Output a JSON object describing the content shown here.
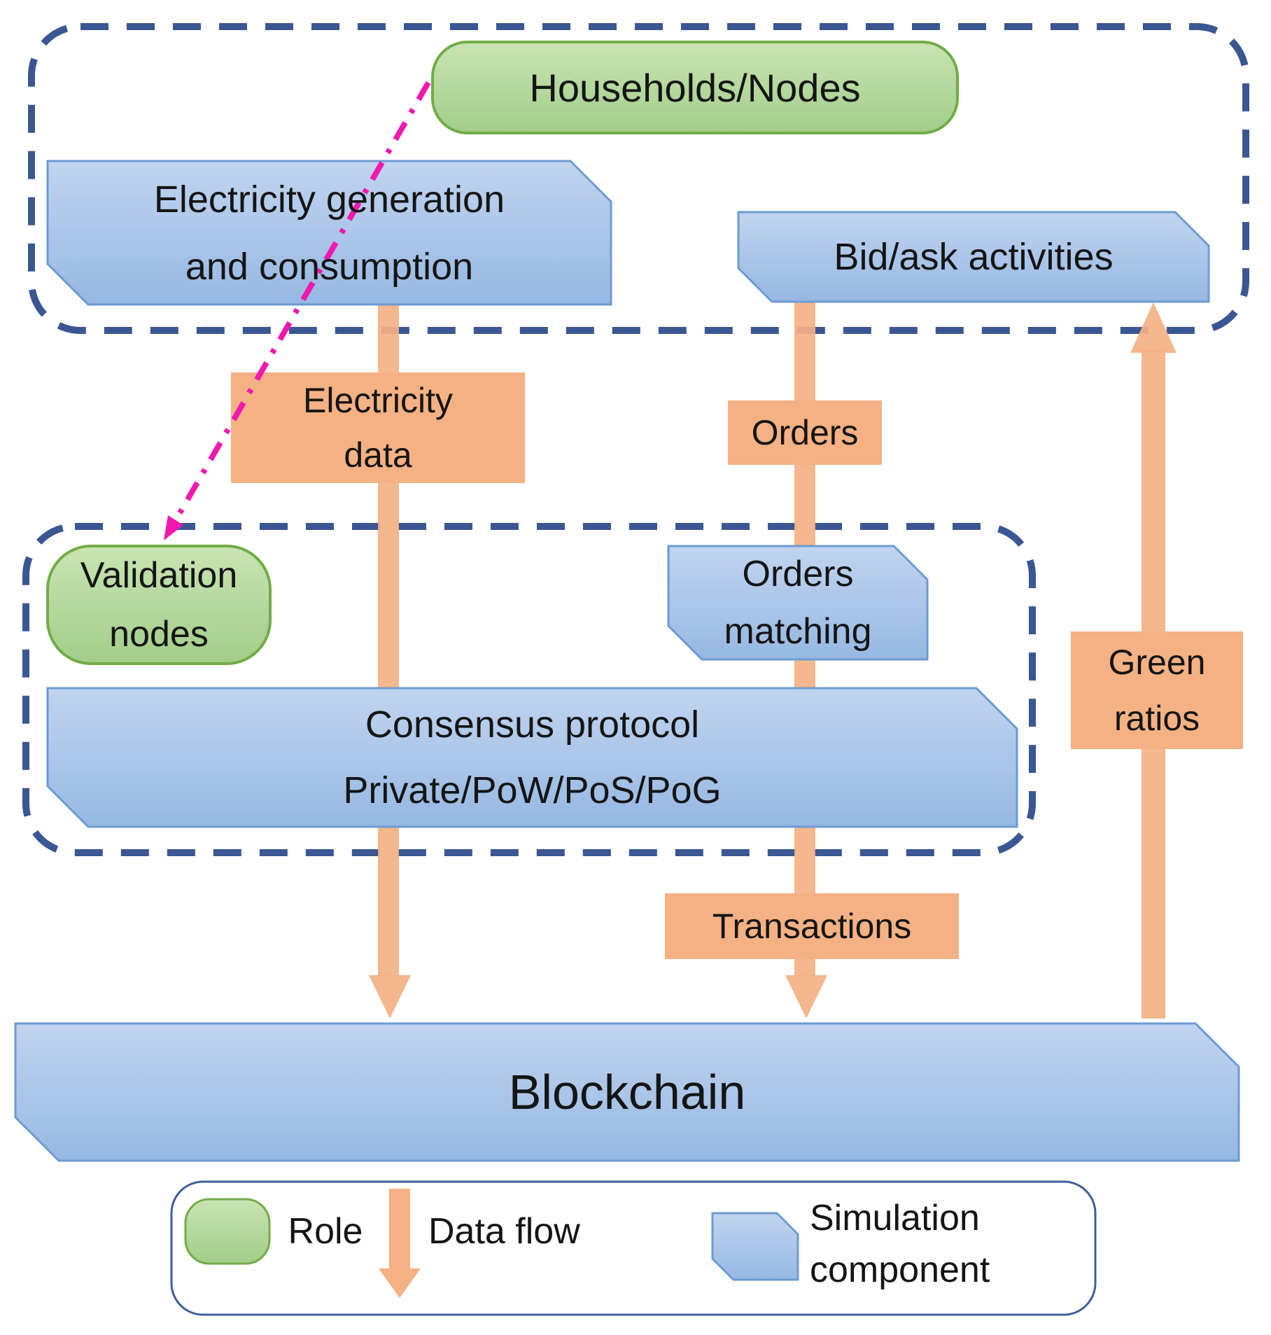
{
  "diagram": {
    "top_group": {
      "role": "Households/Nodes",
      "components": {
        "electricity_generation": "Electricity generation\nand consumption",
        "bid_ask": "Bid/ask activities"
      }
    },
    "middle_group": {
      "role": "Validation\nnodes",
      "components": {
        "orders_matching": "Orders\nmatching",
        "consensus": "Consensus protocol\nPrivate/PoW/PoS/PoG"
      }
    },
    "blockchain": "Blockchain",
    "flows": {
      "electricity_data": "Electricity\ndata",
      "orders": "Orders",
      "transactions": "Transactions",
      "green_ratios": "Green\nratios"
    }
  },
  "legend": {
    "role_label": "Role",
    "data_flow_label": "Data flow",
    "simulation_component_label": "Simulation\ncomponent"
  },
  "colors": {
    "role_fill": "#afd494",
    "role_border": "#71ac47",
    "component_fill": "#a8c3e8",
    "component_border": "#6c9bd2",
    "flow_arrow": "#f4b183",
    "group_dash_border": "#3a5693",
    "role_link": "#f018ae",
    "legend_border": "#3e6096"
  }
}
